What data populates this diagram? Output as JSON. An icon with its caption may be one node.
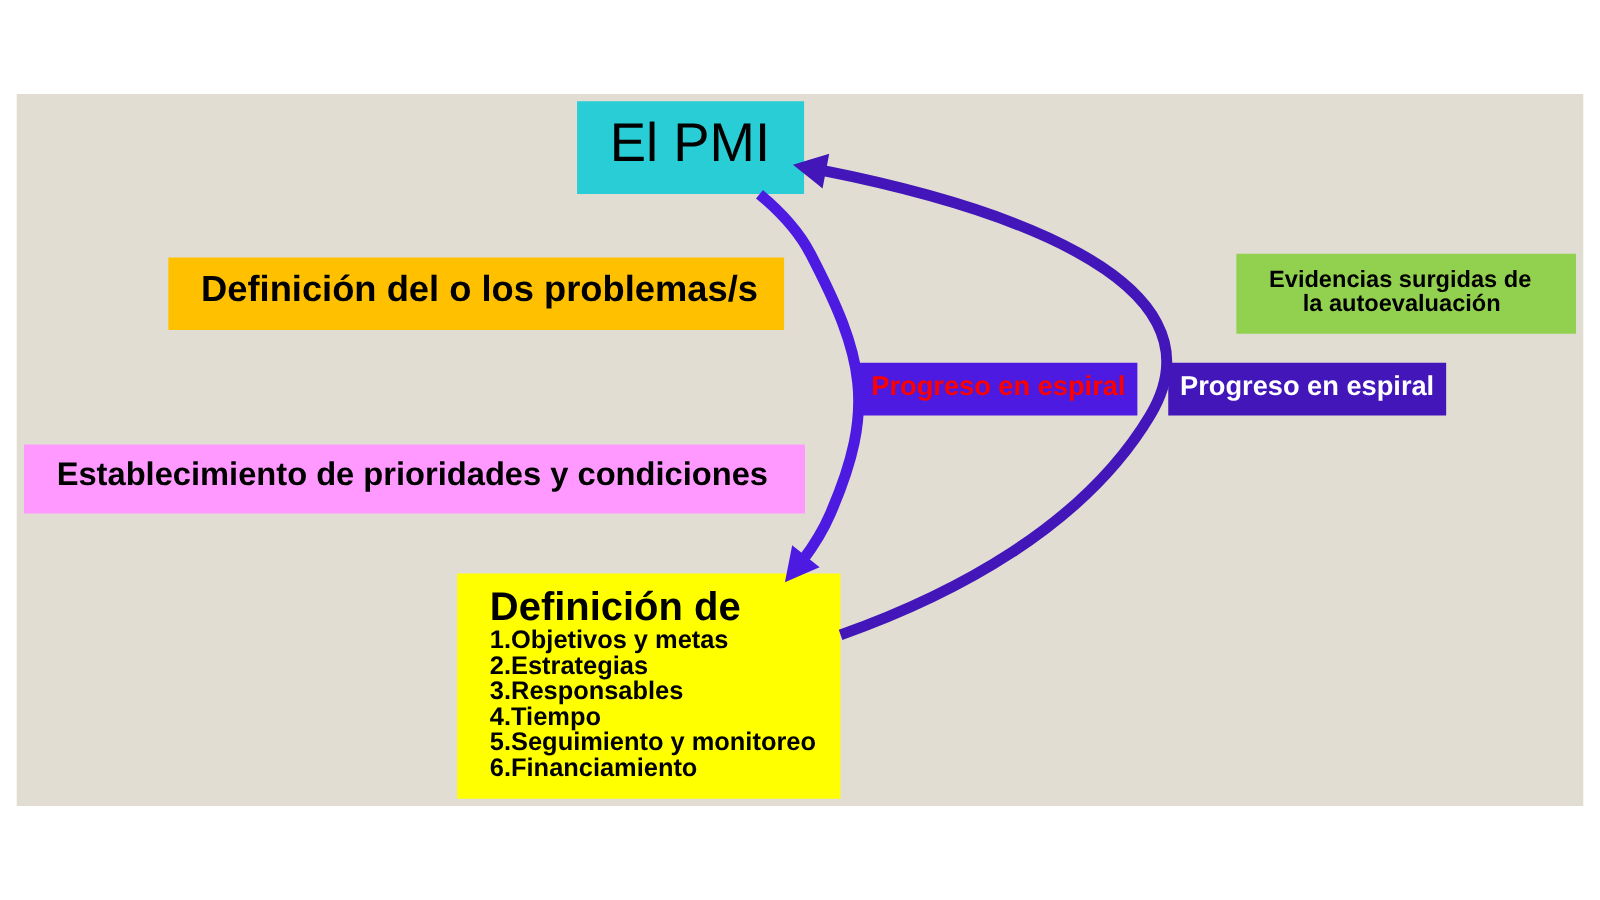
{
  "diagram": {
    "nodes": [
      {
        "text": [
          "El PMI"
        ]
      },
      {
        "text": [
          "Definición del o los problemas/s"
        ]
      },
      {
        "text": [
          "Evidencias surgidas de la autoevaluación"
        ]
      },
      {
        "text": [
          "Establecimiento de prioridades y condiciones"
        ]
      },
      {
        "text": [
          "Definición de",
          "1.Objetivos y metas",
          "2.Estrategias",
          "3.Responsables",
          "4.Tiempo",
          "5.Seguimiento y monitoreo",
          "6.Financiamiento"
        ]
      }
    ],
    "edges": [
      {
        "from": 0,
        "to": 4,
        "arrow": "to",
        "label": "Progreso en espiral",
        "color": "#4c1ae0"
      },
      {
        "from": 4,
        "to": 0,
        "arrow": "to",
        "label": "Progreso en espiral",
        "color": "#4216b8"
      }
    ]
  }
}
